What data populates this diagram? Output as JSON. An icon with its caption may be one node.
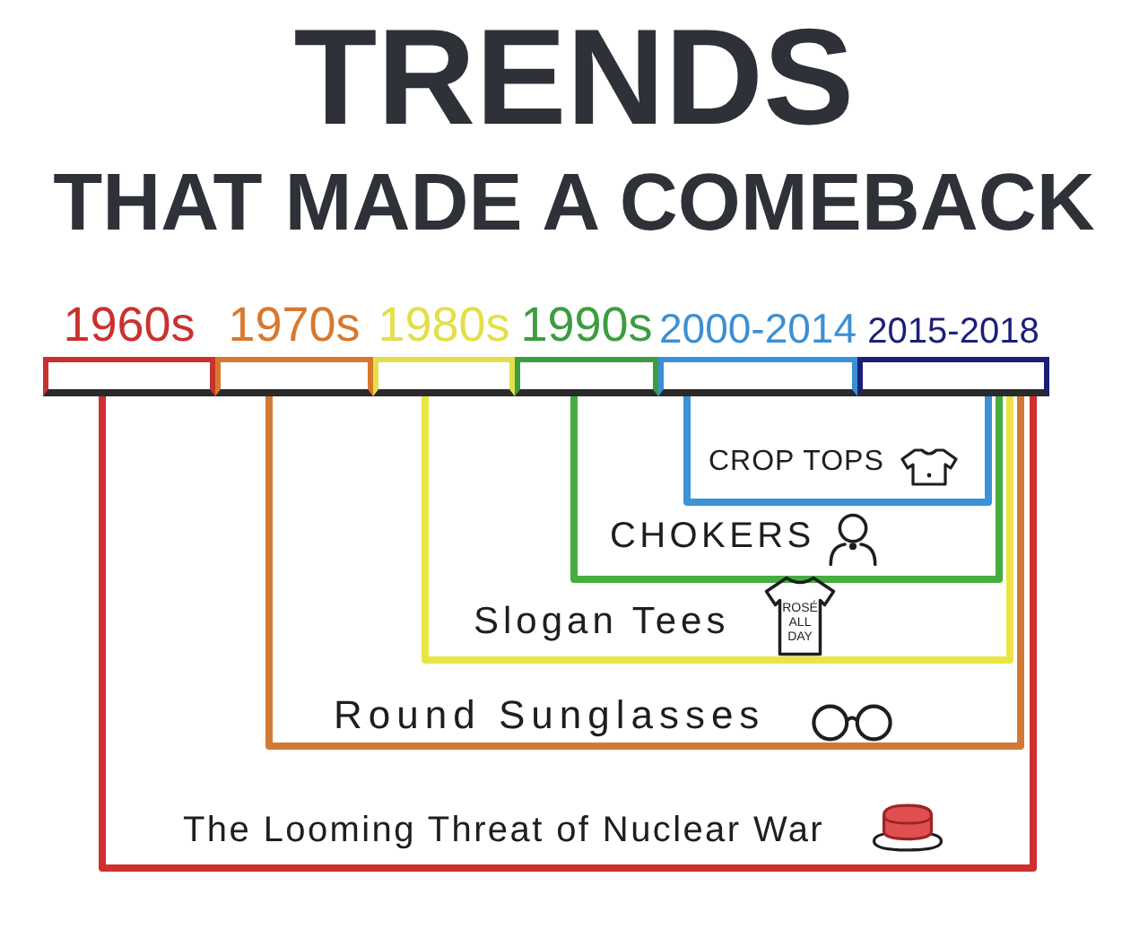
{
  "diagram": {
    "title": "TRENDS THAT MADE A COMEBACK",
    "nodes": [
      {
        "text": [
          "1960s"
        ]
      },
      {
        "text": [
          "1970s"
        ]
      },
      {
        "text": [
          "1980s"
        ]
      },
      {
        "text": [
          "1990s"
        ]
      },
      {
        "text": [
          "2000-2014"
        ]
      },
      {
        "text": [
          "2015-2018"
        ]
      }
    ],
    "edges": [
      {
        "from": 4,
        "to": 5,
        "arrow": "none",
        "label": "CROP TOPS",
        "color": "#3b93d6"
      },
      {
        "from": 3,
        "to": 5,
        "arrow": "none",
        "label": "CHOKERS",
        "color": "#46ad3f"
      },
      {
        "from": 2,
        "to": 5,
        "arrow": "none",
        "label": "Slogan Tees",
        "color": "#e8e544"
      },
      {
        "from": 1,
        "to": 5,
        "arrow": "none",
        "label": "Round Sunglasses",
        "color": "#d27a35"
      },
      {
        "from": 0,
        "to": 5,
        "arrow": "none",
        "label": "The Looming Threat of Nuclear War",
        "color": "#cf2f2f"
      }
    ],
    "labels": [
      "ROSÉ ALL DAY"
    ]
  }
}
